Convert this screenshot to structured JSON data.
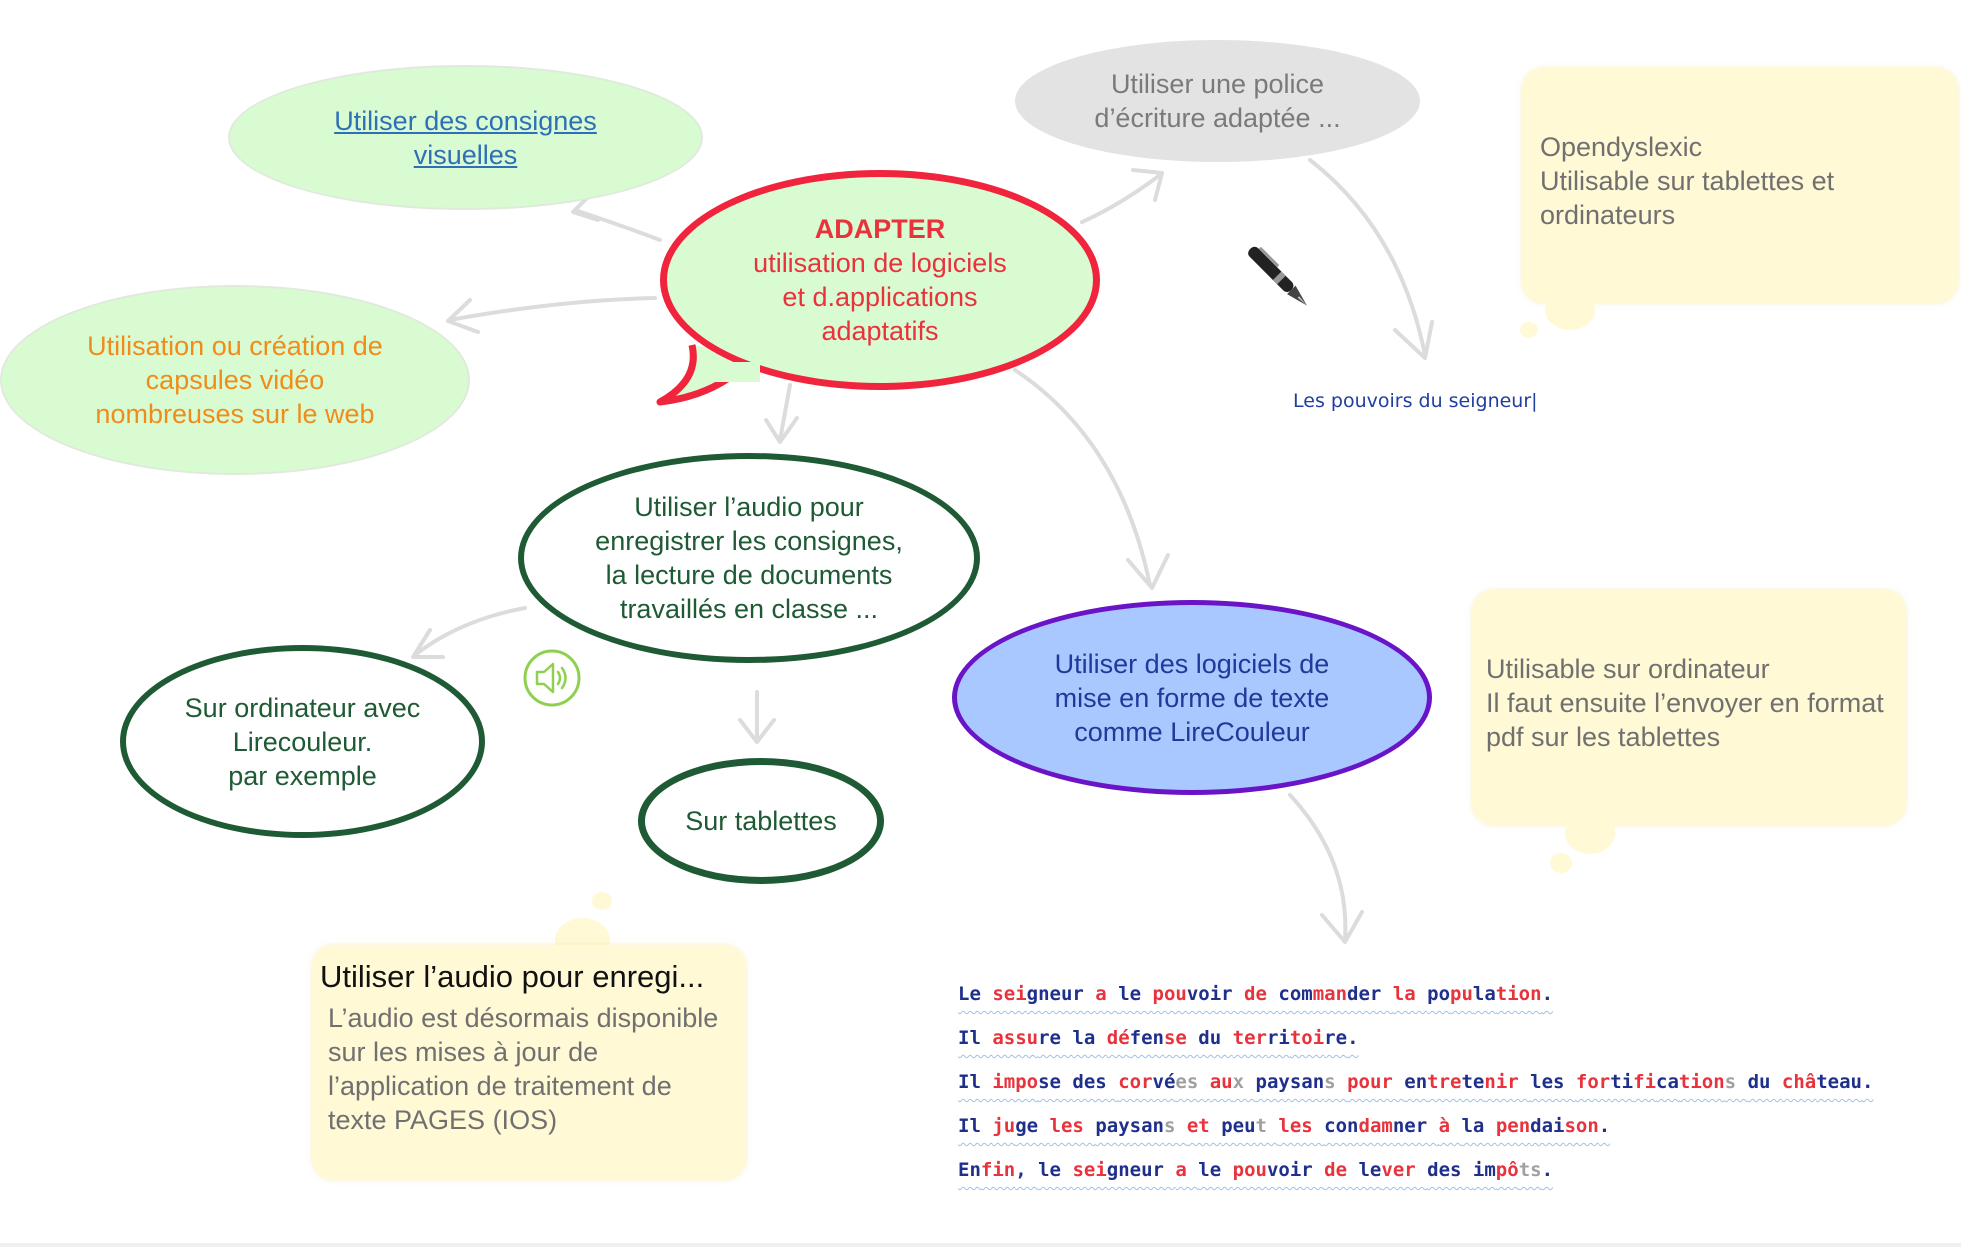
{
  "central": {
    "title": "ADAPTER",
    "body": "utilisation de logiciels\net d.applications\nadaptatifs",
    "text_color": "#e8323c",
    "fill": "#d9fbd2",
    "border": "#f0243c"
  },
  "nodes": {
    "consignes_visuelles": "Utiliser des consignes\nvisuelles",
    "capsules_video": "Utilisation ou création de\ncapsules vidéo\nnombreuses sur le web",
    "police": "Utiliser une police\nd’écriture adaptée ...",
    "audio": "Utiliser l’audio pour\nenregistrer les consignes,\nla lecture de documents\ntravaillés en classe ...",
    "ordinateur_lirecouleur": "Sur ordinateur avec\nLirecouleur.\npar exemple",
    "tablettes": "Sur tablettes",
    "logiciels_mise_en_forme": "Utiliser des logiciels de\nmise en forme de texte\ncomme LireCouleur"
  },
  "notes": {
    "opendyslexic": "Opendyslexic\nUtilisable sur tablettes et\nordinateurs",
    "ordinateur_pdf": "Utilisable sur ordinateur\nIl faut ensuite l’envoyer en format\npdf sur les tablettes",
    "audio_title": "Utiliser l’audio pour enregi...",
    "audio_body": "L’audio est désormais disponible\nsur les mises à jour de\nl’application de traitement de\ntexte PAGES (IOS)"
  },
  "font_sample": "Les pouvoirs du seigneur|",
  "icons": {
    "pen": "pen-icon",
    "speaker": "speaker-icon"
  },
  "colors": {
    "green_fill": "#d9fbd2",
    "dark_green": "#1e5a34",
    "orange": "#f08c1a",
    "link_blue": "#2f6fb8",
    "purple": "#6a14c8",
    "blue_fill": "#a9c8ff",
    "grey_fill": "#e3e3e3",
    "note_fill": "#fff9d6"
  },
  "lirecouleur_lines": [
    [
      [
        "Le ",
        "b"
      ],
      [
        "sei",
        "r"
      ],
      [
        "gneur ",
        "b"
      ],
      [
        "a ",
        "r"
      ],
      [
        "le ",
        "b"
      ],
      [
        "pou",
        "r"
      ],
      [
        "voir ",
        "b"
      ],
      [
        "de ",
        "r"
      ],
      [
        "com",
        "b"
      ],
      [
        "man",
        "r"
      ],
      [
        "der ",
        "b"
      ],
      [
        "la ",
        "r"
      ],
      [
        "po",
        "b"
      ],
      [
        "pu",
        "r"
      ],
      [
        "la",
        "b"
      ],
      [
        "tion",
        "r"
      ],
      [
        ".",
        "b"
      ]
    ],
    [
      [
        "Il ",
        "b"
      ],
      [
        "assu",
        "r"
      ],
      [
        "re ",
        "b"
      ],
      [
        "la ",
        "b"
      ],
      [
        "dé",
        "r"
      ],
      [
        "fen",
        "b"
      ],
      [
        "se ",
        "r"
      ],
      [
        "du ",
        "b"
      ],
      [
        "ter",
        "r"
      ],
      [
        "ri",
        "b"
      ],
      [
        "toi",
        "r"
      ],
      [
        "re",
        "b"
      ],
      [
        ".",
        "b"
      ]
    ],
    [
      [
        "Il ",
        "b"
      ],
      [
        "impo",
        "r"
      ],
      [
        "se ",
        "b"
      ],
      [
        "des ",
        "b"
      ],
      [
        "cor",
        "r"
      ],
      [
        "vé",
        "b"
      ],
      [
        "es ",
        "g"
      ],
      [
        "au",
        "r"
      ],
      [
        "x ",
        "g"
      ],
      [
        "pay",
        "b"
      ],
      [
        "san",
        "b"
      ],
      [
        "s ",
        "g"
      ],
      [
        "pour ",
        "r"
      ],
      [
        "en",
        "b"
      ],
      [
        "tre",
        "r"
      ],
      [
        "te",
        "b"
      ],
      [
        "nir ",
        "r"
      ],
      [
        "les ",
        "b"
      ],
      [
        "for",
        "r"
      ],
      [
        "ti",
        "b"
      ],
      [
        "fi",
        "r"
      ],
      [
        "ca",
        "b"
      ],
      [
        "tion",
        "r"
      ],
      [
        "s ",
        "g"
      ],
      [
        "du ",
        "b"
      ],
      [
        "châ",
        "r"
      ],
      [
        "teau",
        "b"
      ],
      [
        ".",
        "b"
      ]
    ],
    [
      [
        "Il ",
        "b"
      ],
      [
        "ju",
        "r"
      ],
      [
        "ge ",
        "b"
      ],
      [
        "les ",
        "r"
      ],
      [
        "pay",
        "b"
      ],
      [
        "san",
        "b"
      ],
      [
        "s ",
        "g"
      ],
      [
        "et ",
        "r"
      ],
      [
        "peu",
        "b"
      ],
      [
        "t ",
        "g"
      ],
      [
        "les ",
        "r"
      ],
      [
        "con",
        "b"
      ],
      [
        "dam",
        "r"
      ],
      [
        "ner ",
        "b"
      ],
      [
        "à ",
        "r"
      ],
      [
        "la ",
        "b"
      ],
      [
        "pen",
        "r"
      ],
      [
        "dai",
        "b"
      ],
      [
        "son",
        "r"
      ],
      [
        ".",
        "b"
      ]
    ],
    [
      [
        "En",
        "b"
      ],
      [
        "fin",
        "r"
      ],
      [
        ", ",
        "b"
      ],
      [
        "le ",
        "b"
      ],
      [
        "sei",
        "r"
      ],
      [
        "gneur ",
        "b"
      ],
      [
        "a ",
        "r"
      ],
      [
        "le ",
        "b"
      ],
      [
        "pou",
        "r"
      ],
      [
        "voir ",
        "b"
      ],
      [
        "de ",
        "r"
      ],
      [
        "le",
        "b"
      ],
      [
        "ver ",
        "r"
      ],
      [
        "des ",
        "b"
      ],
      [
        "im",
        "b"
      ],
      [
        "pô",
        "r"
      ],
      [
        "ts",
        "g"
      ],
      [
        ".",
        "b"
      ]
    ]
  ]
}
